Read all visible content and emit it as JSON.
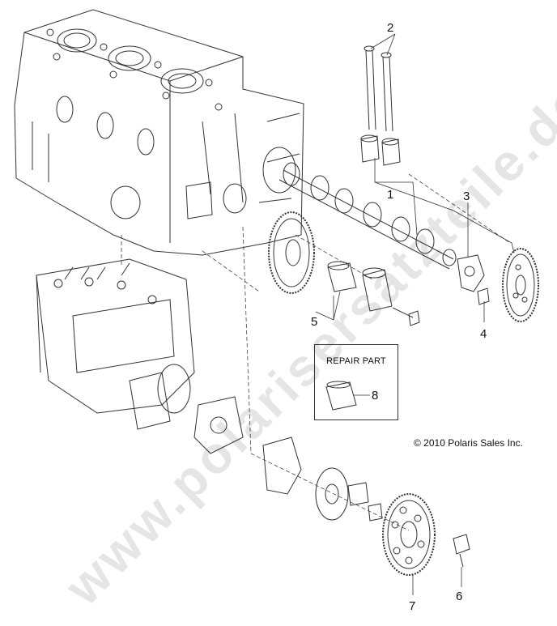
{
  "callouts": {
    "c1": "1",
    "c2": "2",
    "c3": "3",
    "c4": "4",
    "c5": "5",
    "c6": "6",
    "c7": "7",
    "c8": "8"
  },
  "repair_box": {
    "title": "REPAIR PART"
  },
  "copyright": "© 2010 Polaris Sales Inc.",
  "watermark": "www.polarisersatzteile.de",
  "colors": {
    "line": "#333333",
    "watermark": "#000000"
  }
}
